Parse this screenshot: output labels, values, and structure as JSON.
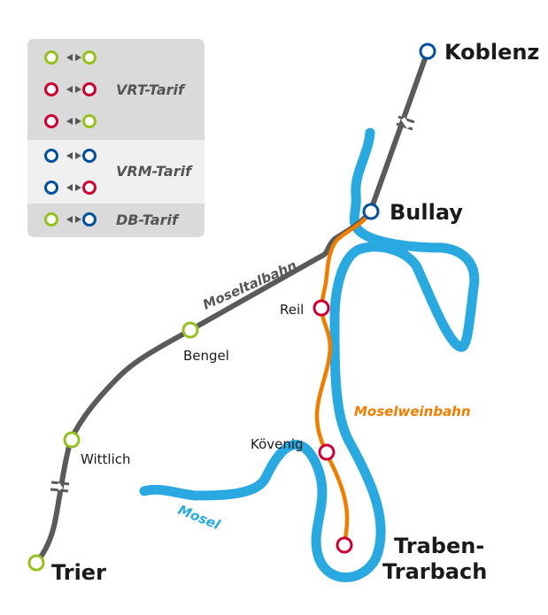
{
  "colors": {
    "river": "#29a9e0",
    "mainline": "#5a5a5a",
    "branch": "#ef7d00",
    "green": "#95c11f",
    "red": "#cc0033",
    "blue": "#00509b",
    "legend_bg": "#dadada",
    "legend_bg_alt": "#f0f0f0"
  },
  "legend": {
    "vrt": {
      "label": "VRT-Tarif"
    },
    "vrm": {
      "label": "VRM-Tarif"
    },
    "db": {
      "label": "DB-Tarif"
    }
  },
  "stations": {
    "koblenz": "Koblenz",
    "bullay": "Bullay",
    "reil": "Reil",
    "bengel": "Bengel",
    "wittlich": "Wittlich",
    "trier": "Trier",
    "kovenig": "Kövenig",
    "traben_1": "Traben-",
    "traben_2": "Trarbach"
  },
  "lines": {
    "moseltalbahn": "Moseltalbahn",
    "moselweinbahn": "Moselweinbahn"
  },
  "river": {
    "name": "Mosel"
  }
}
